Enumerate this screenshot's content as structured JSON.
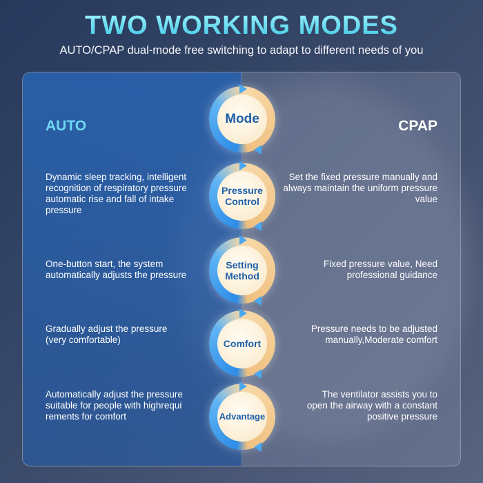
{
  "title": "TWO WORKING MODES",
  "subtitle": "AUTO/CPAP dual-mode free switching to adapt to different needs of you",
  "left_header": "AUTO",
  "right_header": "CPAP",
  "rows": [
    {
      "label": "Mode",
      "auto": "",
      "cpap": ""
    },
    {
      "label": "Pressure Control",
      "auto": "Dynamic sleep tracking, intelligent recognition of respiratory pressure automatic rise and fall of intake pressure",
      "cpap": "Set the fixed pressure manually and always maintain the uniform pressure value"
    },
    {
      "label": "Setting Method",
      "auto": "One-button start, the system automatically adjusts the pressure",
      "cpap": "Fixed pressure value, Need professional guidance"
    },
    {
      "label": "Comfort",
      "auto": "Gradually adjust the pressure (very comfortable)",
      "cpap": "Pressure needs to be adjusted manually,Moderate comfort"
    },
    {
      "label": "Advantage",
      "auto": "Automatically adjust the pressure suitable for people with highrequi rements for comfort",
      "cpap": "The ventilator assists you to open the airway with a constant positive pressure"
    }
  ]
}
